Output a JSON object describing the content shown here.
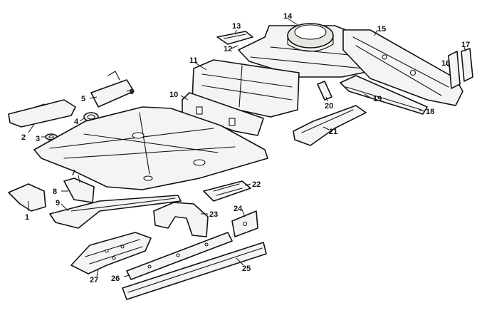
{
  "callouts": [
    "1",
    "2",
    "3",
    "4",
    "5",
    "6",
    "7",
    "8",
    "9",
    "10",
    "11",
    "12",
    "13",
    "14",
    "15",
    "16",
    "17",
    "18",
    "19",
    "20",
    "21",
    "22",
    "23",
    "24",
    "25",
    "26",
    "27"
  ],
  "colors": {
    "ink": "#111111",
    "panel": "#f4f4f2",
    "paper": "#ffffff"
  }
}
